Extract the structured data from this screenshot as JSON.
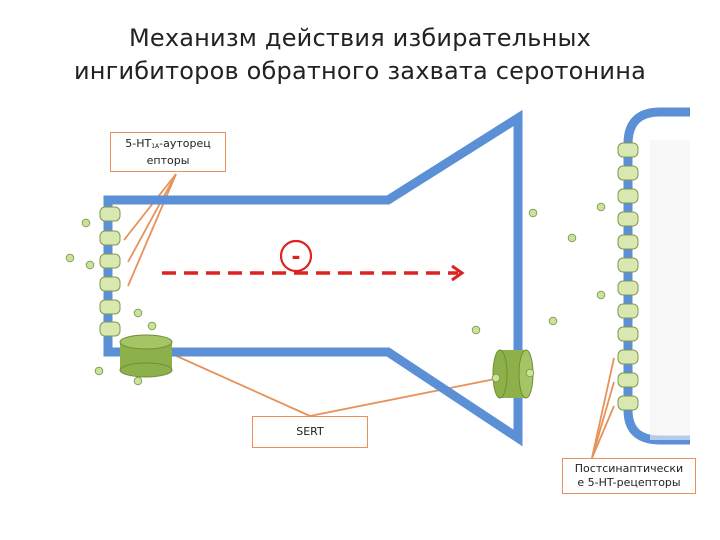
{
  "title": {
    "line1": "Механизм действия избирательных",
    "line2": "ингибиторов обратного захвата серотонина"
  },
  "labels": {
    "autoreceptor": {
      "prefix": "5-HT",
      "subscript": "1A",
      "line1_rest": "-ауторец",
      "line2": "епторы"
    },
    "sert": "SERT",
    "postsynaptic": {
      "line1": "Постсинаптически",
      "line2": "е 5-HT-рецепторы"
    },
    "inhibition_sign": "-"
  },
  "colors": {
    "membrane": "#5b8fd6",
    "receptor_fill": "#d9e8b0",
    "receptor_stroke": "#7f9a4a",
    "transporter_fill": "#8db04a",
    "inhibition": "#dd2222",
    "callout": "#e8925a",
    "serotonin": "#c9e39a"
  }
}
